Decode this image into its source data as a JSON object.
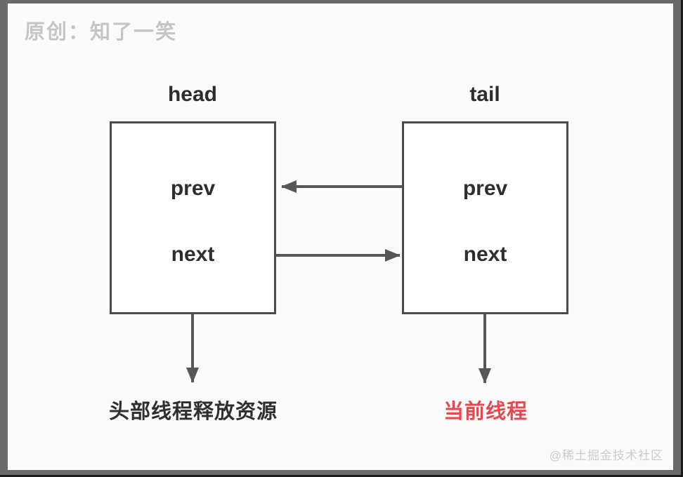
{
  "attribution": {
    "text": "原创：知了一笑"
  },
  "watermark": {
    "text": "@稀土掘金技术社区"
  },
  "colors": {
    "frame_gray": "#696969",
    "canvas_bg": "#fbfbfb",
    "box_border": "#4a4a4a",
    "arrow_gray": "#55585a",
    "text_dark": "#2d2d2d",
    "accent_red": "#e5484f",
    "muted_gray": "#c5c5c5"
  },
  "diagram": {
    "head": {
      "label": "head",
      "prev_field": "prev",
      "next_field": "next",
      "caption": "头部线程释放资源"
    },
    "tail": {
      "label": "tail",
      "prev_field": "prev",
      "next_field": "next",
      "caption": "当前线程"
    },
    "edges": [
      {
        "name": "tail-prev-to-head",
        "from": "tail.prev",
        "to": "head",
        "direction": "left"
      },
      {
        "name": "head-next-to-tail",
        "from": "head.next",
        "to": "tail",
        "direction": "right"
      },
      {
        "name": "head-to-caption",
        "from": "head",
        "to": "头部线程释放资源",
        "direction": "down"
      },
      {
        "name": "tail-to-caption",
        "from": "tail",
        "to": "当前线程",
        "direction": "down"
      }
    ]
  }
}
